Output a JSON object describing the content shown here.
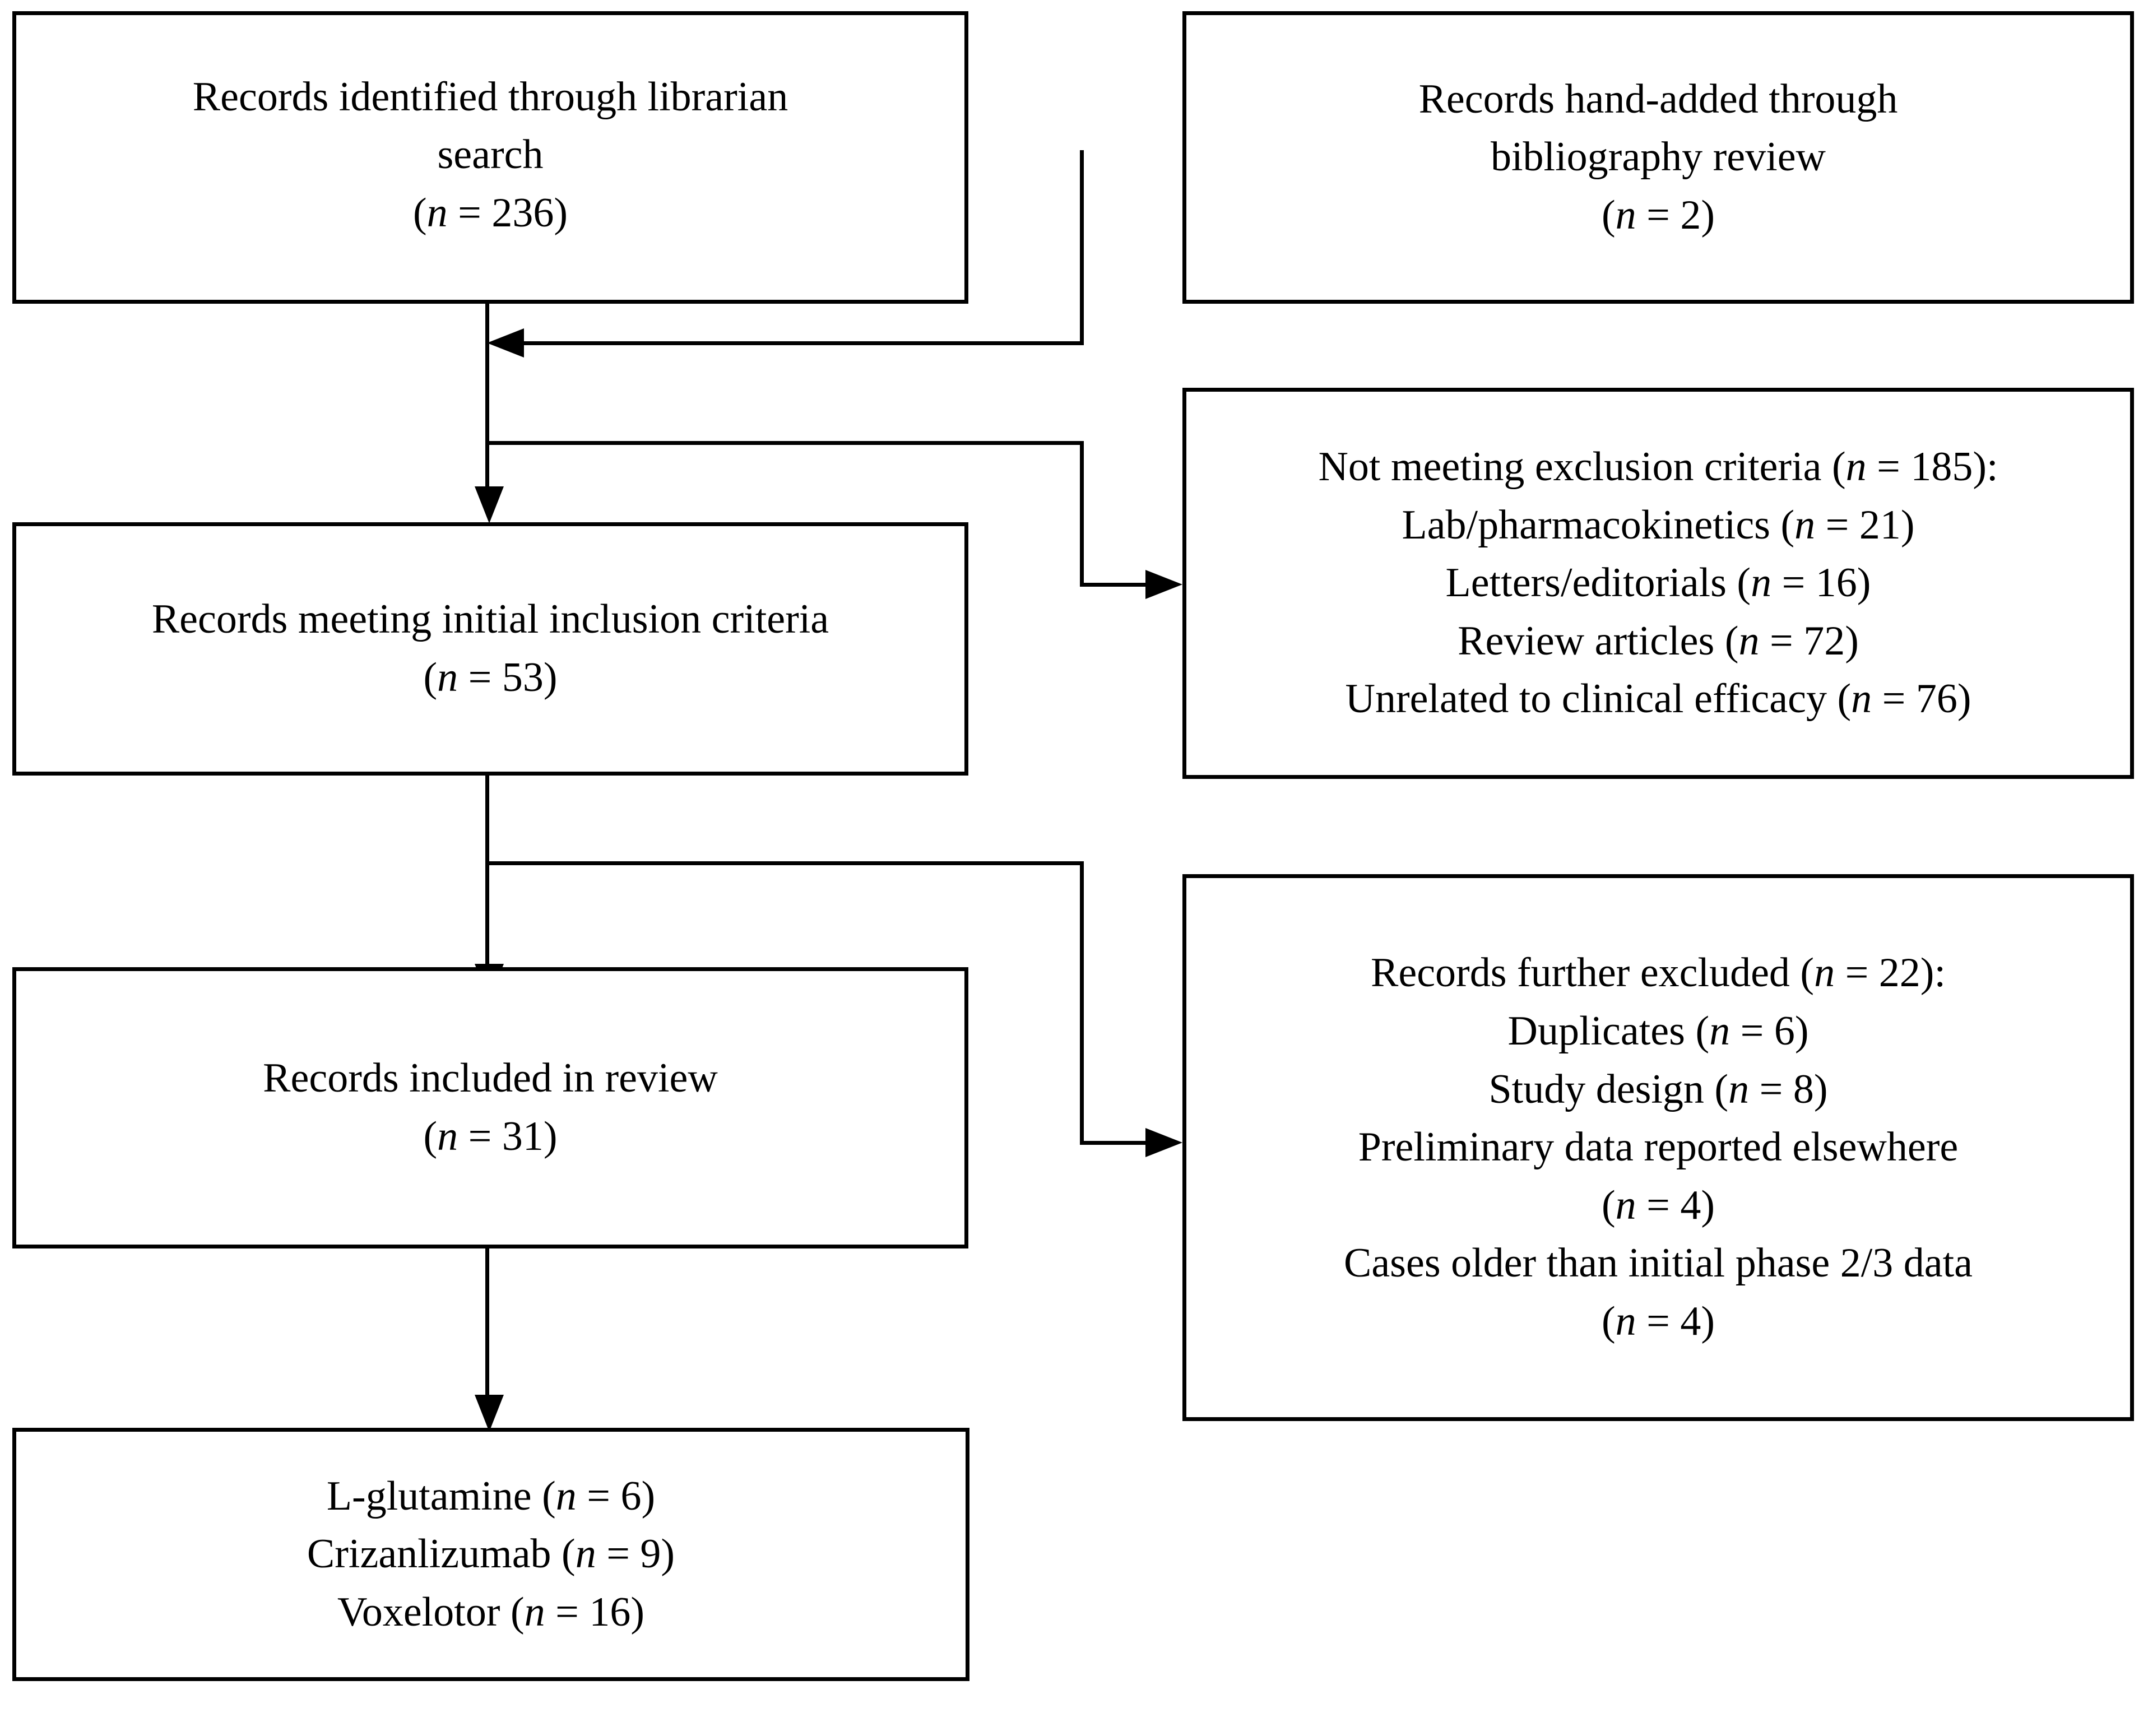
{
  "diagram": {
    "type": "prisma-flow-diagram",
    "title": "PRISMA records selection flow",
    "line_color": "#000000",
    "background_color": "#ffffff"
  },
  "boxes": [
    {
      "id": "identified",
      "lines": [
        "Records identified through librarian",
        "search",
        "(n = 236)"
      ]
    },
    {
      "id": "hand-added",
      "lines": [
        "Records hand-added through",
        "bibliography review",
        "(n = 2)"
      ]
    },
    {
      "id": "initial-inclusion",
      "lines": [
        "Records meeting initial inclusion criteria",
        "(n = 53)"
      ]
    },
    {
      "id": "not-meeting-exclusion",
      "lines": [
        "Not meeting exclusion criteria (n = 185):",
        "Lab/pharmacokinetics (n = 21)",
        "Letters/editorials (n = 16)",
        "Review articles (n = 72)",
        "Unrelated to clinical efficacy (n = 76)"
      ]
    },
    {
      "id": "included-in-review",
      "lines": [
        "Records included in review",
        "(n = 31)"
      ]
    },
    {
      "id": "further-excluded",
      "lines": [
        "Records further excluded (n = 22):",
        "Duplicates (n = 6)",
        "Study design (n = 8)",
        "Preliminary data reported elsewhere",
        "(n = 4)",
        "Cases older than initial phase 2/3 data",
        "(n = 4)"
      ]
    },
    {
      "id": "drug-breakdown",
      "lines": [
        "L-glutamine (n = 6)",
        "Crizanlizumab (n = 9)",
        "Voxelotor (n = 16)"
      ]
    }
  ],
  "counts": {
    "records_identified_librarian_search": 236,
    "records_hand_added_bibliography": 2,
    "records_meeting_initial_inclusion": 53,
    "not_meeting_exclusion_criteria_total": 185,
    "lab_pharmacokinetics": 21,
    "letters_editorials": 16,
    "review_articles": 72,
    "unrelated_to_clinical_efficacy": 76,
    "records_included_in_review": 31,
    "records_further_excluded_total": 22,
    "duplicates": 6,
    "study_design": 8,
    "preliminary_data_reported_elsewhere": 4,
    "cases_older_than_initial_phase_2_3_data": 4,
    "l_glutamine": 6,
    "crizanlizumab": 9,
    "voxelotor": 16
  },
  "connectors": [
    {
      "id": "hand-added-to-stem",
      "from": "hand-added",
      "to": "identified-stem",
      "arrow": "left"
    },
    {
      "id": "identified-to-initial",
      "from": "identified",
      "to": "initial-inclusion",
      "arrow": "down"
    },
    {
      "id": "initial-to-exclusion",
      "from": "identified-stem",
      "to": "not-meeting-exclusion",
      "arrow": "right"
    },
    {
      "id": "initial-to-included",
      "from": "initial-inclusion",
      "to": "included-in-review",
      "arrow": "down"
    },
    {
      "id": "included-to-further-excluded",
      "from": "initial-stem",
      "to": "further-excluded",
      "arrow": "right"
    },
    {
      "id": "included-to-drugs",
      "from": "included-in-review",
      "to": "drug-breakdown",
      "arrow": "down"
    }
  ]
}
